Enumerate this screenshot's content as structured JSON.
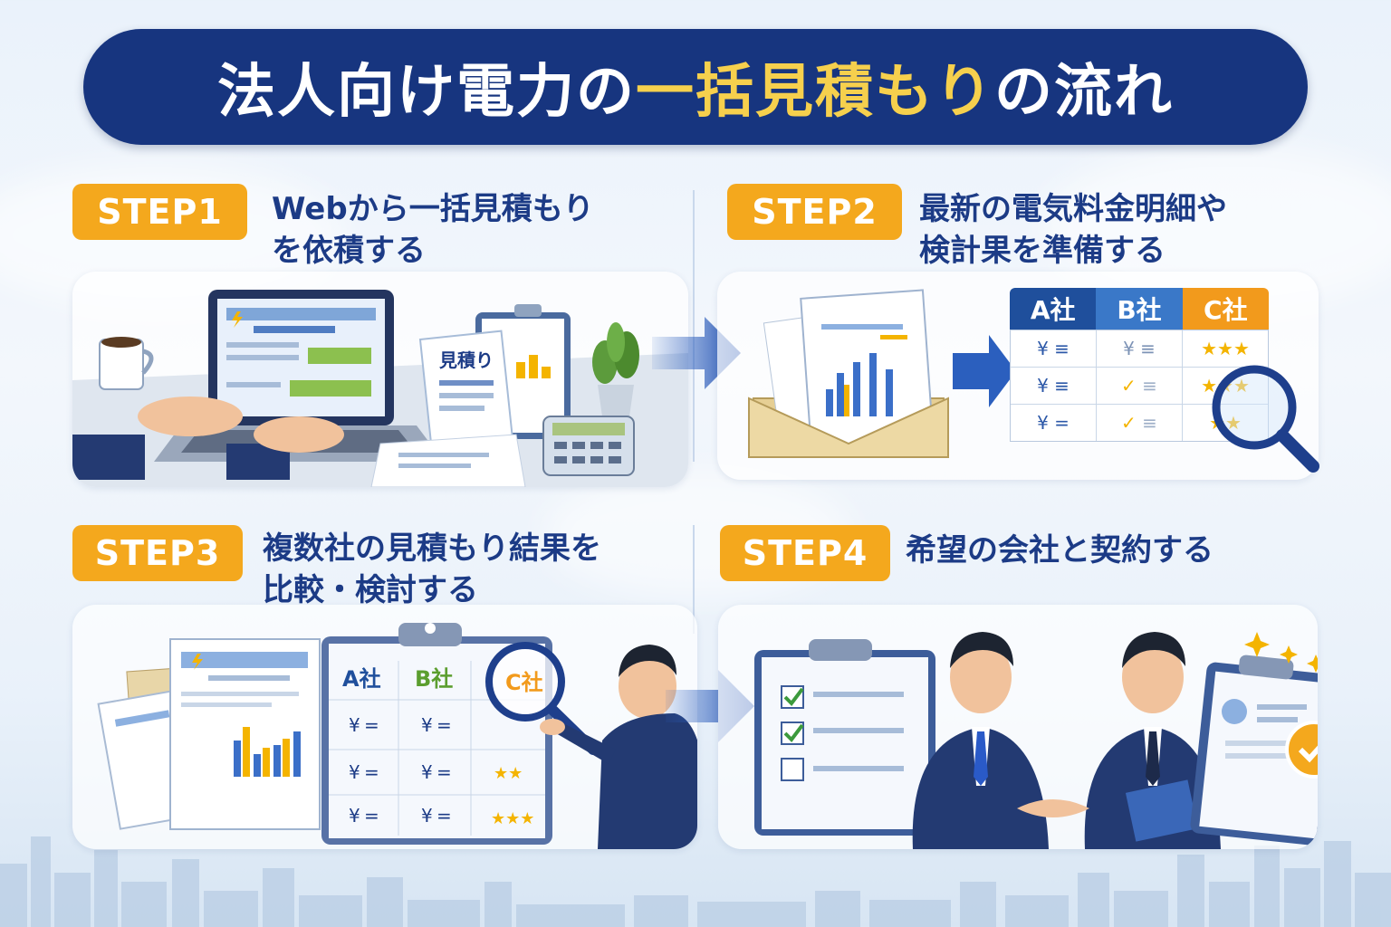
{
  "title": {
    "part1": "法人向け電力の",
    "highlight": "一括見積もり",
    "part2": "の流れ"
  },
  "steps": [
    {
      "badge": "STEP1",
      "line1": "Webから一括見積もり",
      "line2": "を依積する"
    },
    {
      "badge": "STEP2",
      "line1": "最新の電気料金明細や",
      "line2": "検計果を準備する"
    },
    {
      "badge": "STEP3",
      "line1": "複数社の見積もり結果を",
      "line2": "比較・検討する"
    },
    {
      "badge": "STEP4",
      "line1": "希望の会社と契約する",
      "line2": ""
    }
  ],
  "illustrations": {
    "step1_doc_label": "見積り",
    "companies": [
      "A社",
      "B社",
      "C社"
    ],
    "currency": "¥"
  },
  "colors": {
    "navy": "#17357f",
    "accent_yellow": "#f6d04d",
    "step_orange": "#f4a81d",
    "company_a": "#1f4f9c",
    "company_b": "#3a78c8",
    "company_c": "#f29a1c"
  }
}
